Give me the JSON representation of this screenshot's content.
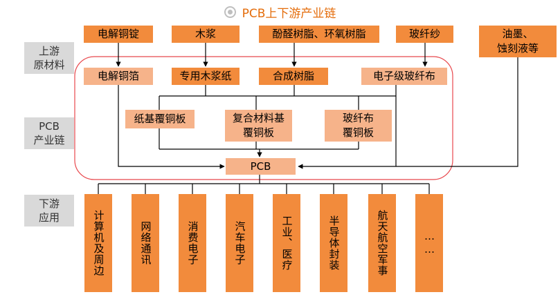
{
  "title": "PCB上下游产业链",
  "stage_labels": {
    "upstream": [
      "上游",
      "原材料"
    ],
    "pcb": [
      "PCB",
      "产业链"
    ],
    "downstream": [
      "下游",
      "应用"
    ]
  },
  "raw_materials": {
    "copper_ingot": "电解铜锭",
    "wood_pulp": "木浆",
    "resins": "酚醛树脂、环氧树脂",
    "glass_yarn": "玻纤纱",
    "ink_etchant": [
      "油墨、",
      "蚀刻液等"
    ]
  },
  "processed_materials": {
    "copper_foil": "电解铜箔",
    "pulp_paper": "专用木浆纸",
    "synthetic_resin": "合成树脂",
    "glass_cloth": "电子级玻纤布"
  },
  "laminates": {
    "paper_ccl": "纸基覆铜板",
    "composite_ccl": [
      "复合材料基",
      "覆铜板"
    ],
    "glass_ccl": [
      "玻纤布",
      "覆铜板"
    ]
  },
  "pcb_node": "PCB",
  "applications": [
    "计算机及周边",
    "网络通讯",
    "消费电子",
    "汽车电子",
    "工业、医疗",
    "半导体封装",
    "航天航空军事",
    "……"
  ],
  "colors": {
    "dark_orange": "#F28B3C",
    "light_orange": "#F6B38A",
    "label_grey": "#D9D9D9",
    "title_orange": "#E46C0A",
    "frame_red": "#E8474C"
  }
}
